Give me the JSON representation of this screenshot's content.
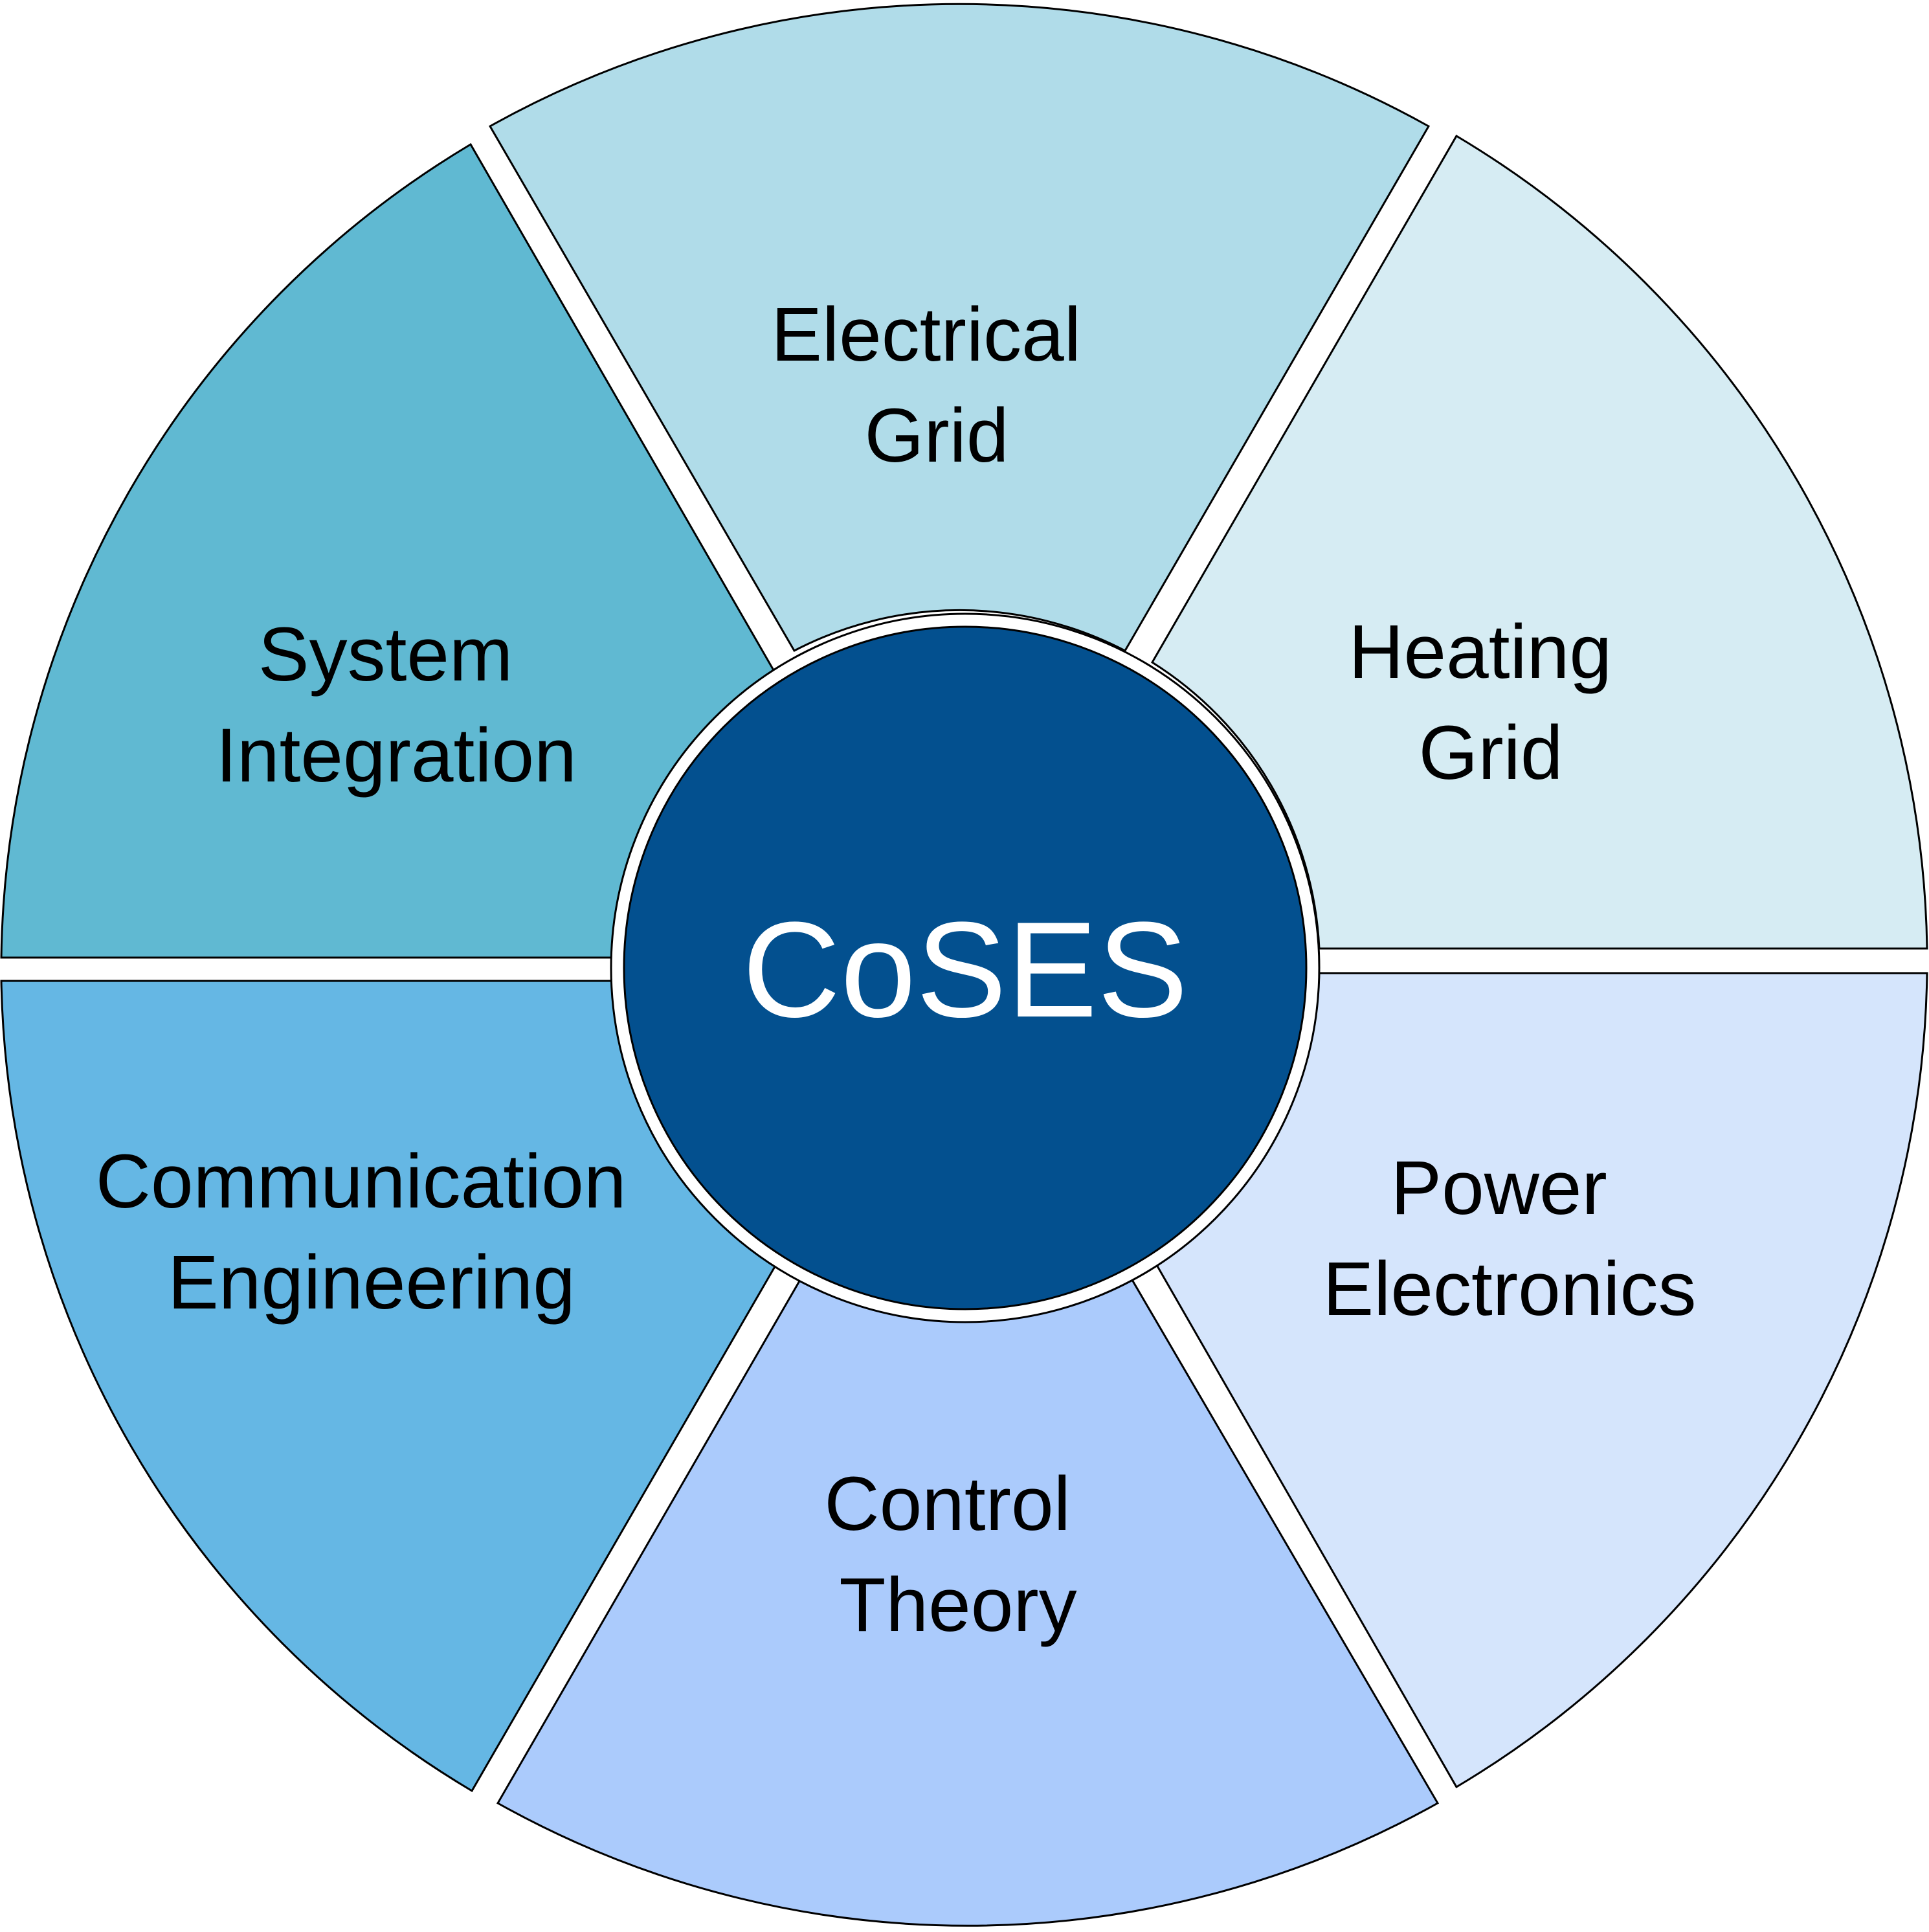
{
  "center": {
    "label": "CoSES",
    "color": "#03508f"
  },
  "segments": [
    {
      "id": "electrical-grid",
      "lines": [
        "Electrical",
        "Grid"
      ],
      "color": "#b0dce9"
    },
    {
      "id": "heating-grid",
      "lines": [
        "Heating",
        "Grid"
      ],
      "color": "#d6ecf3"
    },
    {
      "id": "power-electronics",
      "lines": [
        "Power",
        "Electronics"
      ],
      "color": "#d5e5fc"
    },
    {
      "id": "control-theory",
      "lines": [
        "Control",
        "Theory"
      ],
      "color": "#abcbfc"
    },
    {
      "id": "communication-engineering",
      "lines": [
        "Communication",
        "Engineering"
      ],
      "color": "#65b7e4"
    },
    {
      "id": "system-integration",
      "lines": [
        "System",
        "Integration"
      ],
      "color": "#60b9d2"
    }
  ]
}
